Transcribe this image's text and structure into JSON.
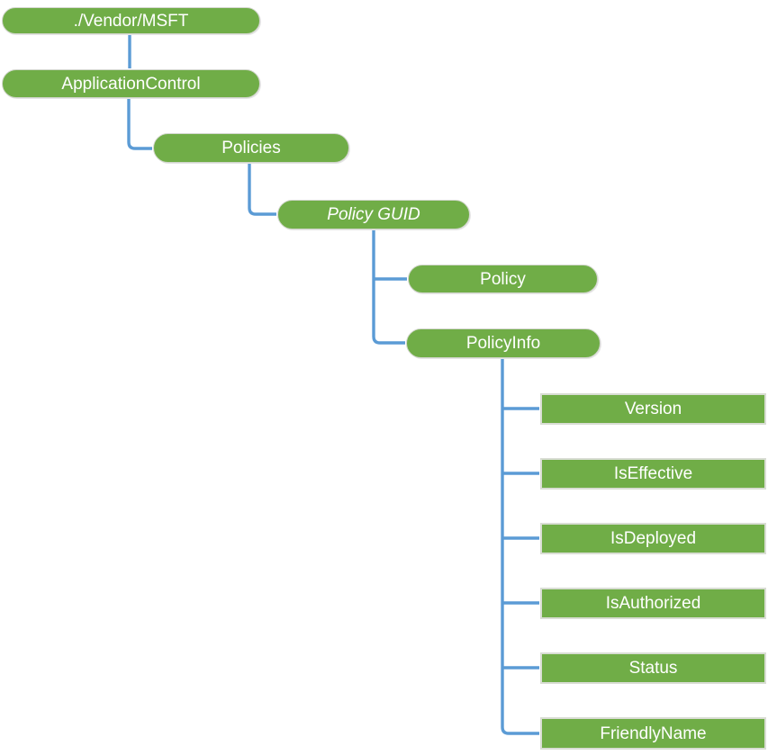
{
  "diagram": {
    "description_note": "CSP node tree",
    "nodes": {
      "vendor_msft": {
        "label": "./Vendor/MSFT",
        "type": "pill"
      },
      "application_control": {
        "label": "ApplicationControl",
        "type": "pill"
      },
      "policies": {
        "label": "Policies",
        "type": "pill"
      },
      "policy_guid": {
        "label": "Policy GUID",
        "type": "pill",
        "style": "italic"
      },
      "policy": {
        "label": "Policy",
        "type": "pill"
      },
      "policy_info": {
        "label": "PolicyInfo",
        "type": "pill"
      },
      "version": {
        "label": "Version",
        "type": "rect"
      },
      "is_effective": {
        "label": "IsEffective",
        "type": "rect"
      },
      "is_deployed": {
        "label": "IsDeployed",
        "type": "rect"
      },
      "is_authorized": {
        "label": "IsAuthorized",
        "type": "rect"
      },
      "status": {
        "label": "Status",
        "type": "rect"
      },
      "friendly_name": {
        "label": "FriendlyName",
        "type": "rect"
      }
    },
    "edges": [
      [
        "vendor_msft",
        "application_control"
      ],
      [
        "application_control",
        "policies"
      ],
      [
        "policies",
        "policy_guid"
      ],
      [
        "policy_guid",
        "policy"
      ],
      [
        "policy_guid",
        "policy_info"
      ],
      [
        "policy_info",
        "version"
      ],
      [
        "policy_info",
        "is_effective"
      ],
      [
        "policy_info",
        "is_deployed"
      ],
      [
        "policy_info",
        "is_authorized"
      ],
      [
        "policy_info",
        "status"
      ],
      [
        "policy_info",
        "friendly_name"
      ]
    ]
  },
  "colors": {
    "node-fill": "#70AD47",
    "node-text": "#FFFFFF",
    "connector": "#5B9BD5"
  }
}
